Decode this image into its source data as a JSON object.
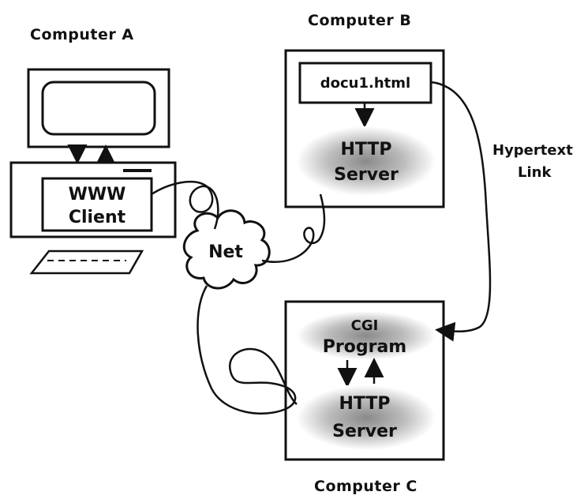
{
  "computer_a": {
    "title": "Computer A",
    "client_line1": "WWW",
    "client_line2": "Client"
  },
  "computer_b": {
    "title": "Computer B",
    "document": "docu1.html",
    "server_line1": "HTTP",
    "server_line2": "Server"
  },
  "computer_c": {
    "title": "Computer C",
    "program_line1": "CGI",
    "program_line2": "Program",
    "server_line1": "HTTP",
    "server_line2": "Server"
  },
  "network": {
    "label": "Net"
  },
  "link": {
    "line1": "Hypertext",
    "line2": "Link"
  }
}
